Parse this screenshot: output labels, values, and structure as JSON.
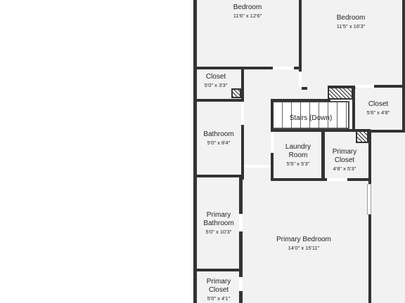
{
  "floorplan": {
    "colors": {
      "wall": "#333333",
      "floor": "#f2f2f2",
      "background": "#ffffff"
    },
    "rooms": [
      {
        "id": "bedroom-1",
        "name": "Bedroom",
        "dim": "11'6\" x 12'6\""
      },
      {
        "id": "bedroom-2",
        "name": "Bedroom",
        "dim": "11'5\" x 16'3\""
      },
      {
        "id": "closet-1",
        "name": "Closet",
        "dim": "5'0\" x 3'3\""
      },
      {
        "id": "closet-2",
        "name": "Closet",
        "dim": "5'6\" x 4'8\""
      },
      {
        "id": "stairs",
        "name": "Stairs (Down)",
        "dim": ""
      },
      {
        "id": "bathroom",
        "name": "Bathroom",
        "dim": "5'0\" x 8'4\""
      },
      {
        "id": "laundry",
        "name": "Laundry Room",
        "dim": "5'5\" x 5'3\""
      },
      {
        "id": "primary-closet-1",
        "name": "Primary Closet",
        "dim": "4'8\" x 5'3\""
      },
      {
        "id": "primary-bathroom",
        "name": "Primary Bathroom",
        "dim": "5'0\" x 10'3\""
      },
      {
        "id": "primary-bedroom",
        "name": "Primary Bedroom",
        "dim": "14'0\" x 15'11\""
      },
      {
        "id": "primary-closet-2",
        "name": "Primary Closet",
        "dim": "5'0\" x 4'1\""
      }
    ]
  }
}
